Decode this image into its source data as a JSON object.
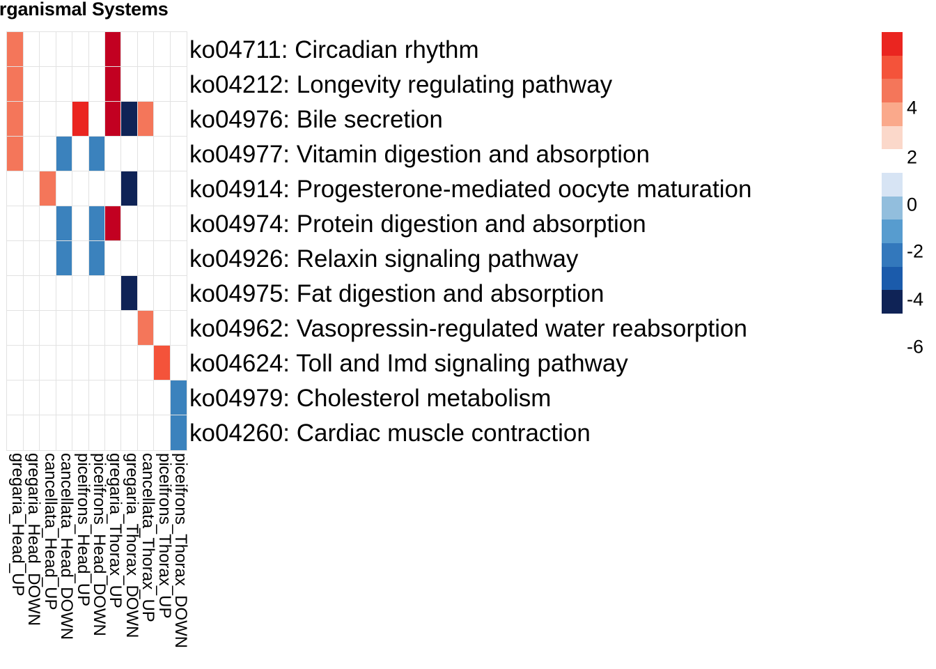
{
  "title": "hment: Organismal Systems",
  "chart_data": {
    "type": "heatmap",
    "title": "hment: Organismal Systems",
    "xlabel": "",
    "ylabel": "",
    "grid": true,
    "legend_position": "right",
    "columns": [
      "gregaria_Head_UP",
      "gregaria_Head_DOWN",
      "cancellata_Head_UP",
      "cancellata_Head_DOWN",
      "piceifrons_Head_UP",
      "piceifrons_Head_DOWN",
      "gregaria_Thorax_UP",
      "gregaria_Thorax_DOWN",
      "cancellata_Thorax_UP",
      "piceifrons_Thorax_UP",
      "piceifrons_Thorax_DOWN"
    ],
    "rows": [
      "ko04711: Circadian rhythm",
      "ko04212: Longevity regulating pathway",
      "ko04976: Bile secretion",
      "ko04977: Vitamin digestion and absorption",
      "ko04914: Progesterone-mediated oocyte maturation",
      "ko04974: Protein digestion and absorption",
      "ko04926: Relaxin signaling pathway",
      "ko04975: Fat digestion and absorption",
      "ko04962: Vasopressin-regulated water reabsorption",
      "ko04624: Toll and Imd signaling pathway",
      "ko04979: Cholesterol metabolism",
      "ko04260: Cardiac muscle contraction"
    ],
    "values": [
      [
        3.0,
        0,
        0,
        0,
        0,
        0,
        5.3,
        0,
        0,
        0,
        0
      ],
      [
        3.0,
        0,
        0,
        0,
        0,
        0,
        5.3,
        0,
        0,
        0,
        0
      ],
      [
        3.0,
        0,
        0,
        0,
        4.6,
        0,
        5.3,
        -6.5,
        3.0,
        0,
        0
      ],
      [
        3.0,
        0,
        0,
        -4.0,
        0,
        -4.0,
        0,
        0,
        0,
        0,
        0
      ],
      [
        0,
        0,
        3.0,
        0,
        0,
        0,
        0,
        -6.5,
        0,
        0,
        0
      ],
      [
        0,
        0,
        0,
        -4.0,
        0,
        -4.0,
        5.3,
        0,
        0,
        0,
        0
      ],
      [
        0,
        0,
        0,
        -4.0,
        0,
        -4.0,
        0,
        0,
        0,
        0,
        0
      ],
      [
        0,
        0,
        0,
        0,
        0,
        0,
        0,
        -6.5,
        0,
        0,
        0
      ],
      [
        0,
        0,
        0,
        0,
        0,
        0,
        0,
        0,
        3.0,
        0,
        0
      ],
      [
        0,
        0,
        0,
        0,
        0,
        0,
        0,
        0,
        0,
        4.3,
        0
      ],
      [
        0,
        0,
        0,
        0,
        0,
        0,
        0,
        0,
        0,
        0,
        -4.0
      ],
      [
        0,
        0,
        0,
        0,
        0,
        0,
        0,
        0,
        0,
        0,
        -4.0
      ]
    ],
    "cell_colors": [
      [
        "#f4765a",
        "#ffffff",
        "#ffffff",
        "#ffffff",
        "#ffffff",
        "#ffffff",
        "#c20021",
        "#ffffff",
        "#ffffff",
        "#ffffff",
        "#ffffff"
      ],
      [
        "#f4765a",
        "#ffffff",
        "#ffffff",
        "#ffffff",
        "#ffffff",
        "#ffffff",
        "#c20021",
        "#ffffff",
        "#ffffff",
        "#ffffff",
        "#ffffff"
      ],
      [
        "#f4765a",
        "#ffffff",
        "#ffffff",
        "#ffffff",
        "#ea2520",
        "#ffffff",
        "#c20021",
        "#0f2356",
        "#f4765a",
        "#ffffff",
        "#ffffff"
      ],
      [
        "#f4765a",
        "#ffffff",
        "#ffffff",
        "#3b82bd",
        "#ffffff",
        "#3b82bd",
        "#ffffff",
        "#ffffff",
        "#ffffff",
        "#ffffff",
        "#ffffff"
      ],
      [
        "#ffffff",
        "#ffffff",
        "#f4765a",
        "#ffffff",
        "#ffffff",
        "#ffffff",
        "#ffffff",
        "#0f2356",
        "#ffffff",
        "#ffffff",
        "#ffffff"
      ],
      [
        "#ffffff",
        "#ffffff",
        "#ffffff",
        "#3b82bd",
        "#ffffff",
        "#3b82bd",
        "#c20021",
        "#ffffff",
        "#ffffff",
        "#ffffff",
        "#ffffff"
      ],
      [
        "#ffffff",
        "#ffffff",
        "#ffffff",
        "#3b82bd",
        "#ffffff",
        "#3b82bd",
        "#ffffff",
        "#ffffff",
        "#ffffff",
        "#ffffff",
        "#ffffff"
      ],
      [
        "#ffffff",
        "#ffffff",
        "#ffffff",
        "#ffffff",
        "#ffffff",
        "#ffffff",
        "#ffffff",
        "#0f2356",
        "#ffffff",
        "#ffffff",
        "#ffffff"
      ],
      [
        "#ffffff",
        "#ffffff",
        "#ffffff",
        "#ffffff",
        "#ffffff",
        "#ffffff",
        "#ffffff",
        "#ffffff",
        "#f4765a",
        "#ffffff",
        "#ffffff"
      ],
      [
        "#ffffff",
        "#ffffff",
        "#ffffff",
        "#ffffff",
        "#ffffff",
        "#ffffff",
        "#ffffff",
        "#ffffff",
        "#ffffff",
        "#f4533a",
        "#ffffff"
      ],
      [
        "#ffffff",
        "#ffffff",
        "#ffffff",
        "#ffffff",
        "#ffffff",
        "#ffffff",
        "#ffffff",
        "#ffffff",
        "#ffffff",
        "#ffffff",
        "#3b82bd"
      ],
      [
        "#ffffff",
        "#ffffff",
        "#ffffff",
        "#ffffff",
        "#ffffff",
        "#ffffff",
        "#ffffff",
        "#ffffff",
        "#ffffff",
        "#ffffff",
        "#3b82bd"
      ]
    ],
    "colorbar": {
      "swatches": [
        "#ea2520",
        "#f4533a",
        "#f4765a",
        "#faa98b",
        "#fbd8ca",
        "#ffffff",
        "#d7e4f4",
        "#92bedd",
        "#579ccf",
        "#3378bc",
        "#1b5bab",
        "#0f2356"
      ],
      "tick_labels": [
        "4",
        "2",
        "0",
        "-2",
        "-4",
        "-6"
      ],
      "tick_positions_pct": [
        27.0,
        44.5,
        61.5,
        78.0,
        95.0,
        112.0
      ],
      "vmin": -6,
      "vmax": 6
    },
    "grid_line_color": "#e2e2e2"
  }
}
